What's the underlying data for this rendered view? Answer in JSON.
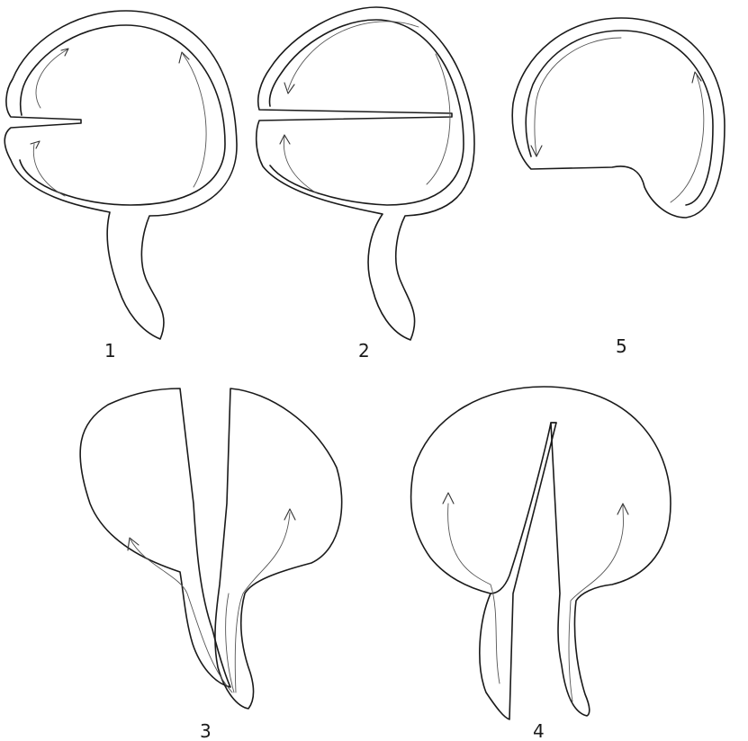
{
  "figures": [
    {
      "label": "1"
    },
    {
      "label": "2"
    },
    {
      "label": "5"
    },
    {
      "label": "3"
    },
    {
      "label": "4"
    }
  ]
}
